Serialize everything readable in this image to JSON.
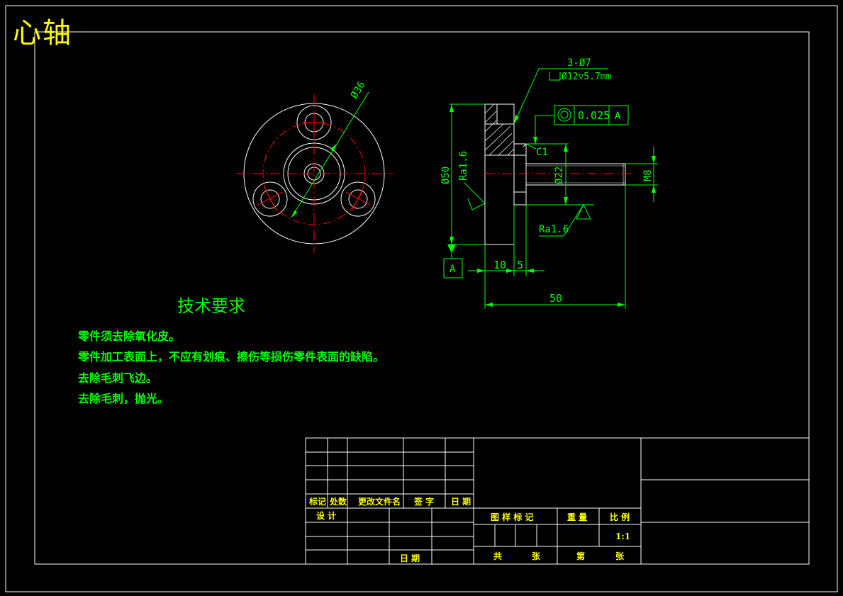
{
  "drawing": {
    "title": "心轴"
  },
  "views": {
    "front": {
      "dia_label": "Ø36"
    },
    "side": {
      "hole_callout_line1": "3-Ø7",
      "hole_callout_line2": "Ø12▽5.7mm",
      "tolerance_value": "0.025",
      "tolerance_datum": "A",
      "chamfer": "C1",
      "dia50": "Ø50",
      "ra_top": "Ra1.6",
      "dia22": "Ø22",
      "thread": "M8",
      "ra_bottom": "Ra1.6",
      "datum_box": "A",
      "dim_10": "10",
      "dim_5": "5",
      "dim_50": "50"
    }
  },
  "tech": {
    "title": "技术要求",
    "items": [
      "零件须去除氧化皮。",
      "零件加工表面上，不应有划痕、擦伤等损伤零件表面的缺陷。",
      "去除毛刺飞边。",
      "去除毛刺，抛光。"
    ]
  },
  "title_block": {
    "mark": "标记",
    "count": "处数",
    "doc_name": "更改文件名",
    "sign": "签 字",
    "date": "日 期",
    "design": "设 计",
    "date2": "日 期",
    "stage_mark": "图 样 标 记",
    "weight": "重 量",
    "scale_label": "比 例",
    "scale_value": "1:1",
    "total": "共",
    "sheets": "张",
    "page": "第",
    "sheet2": "张"
  },
  "colors": {
    "frame": "#ffffff",
    "dimension": "#00ff00",
    "center": "#ff0000",
    "title": "#ffff00"
  }
}
